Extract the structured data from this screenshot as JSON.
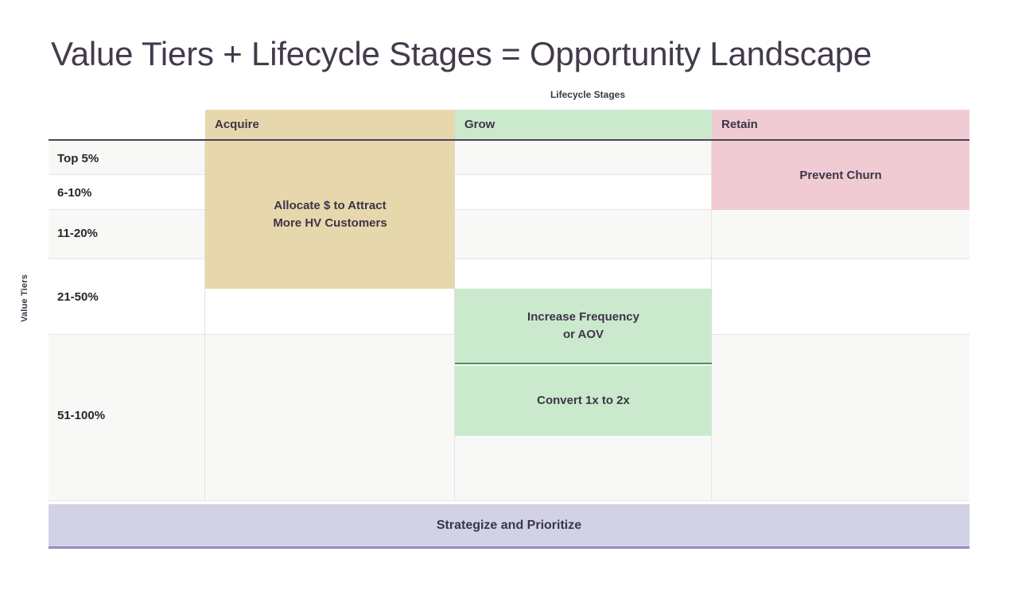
{
  "title": "Value Tiers + Lifecycle Stages = Opportunity Landscape",
  "axes": {
    "x_label": "Lifecycle Stages",
    "y_label": "Value Tiers"
  },
  "columns": [
    {
      "label": "Acquire",
      "color": "#e7d7ad"
    },
    {
      "label": "Grow",
      "color": "#cbe9cd"
    },
    {
      "label": "Retain",
      "color": "#f1cbd4"
    }
  ],
  "rows": [
    {
      "label": "Top 5%"
    },
    {
      "label": "6-10%"
    },
    {
      "label": "11-20%"
    },
    {
      "label": "21-50%"
    },
    {
      "label": "51-100%"
    }
  ],
  "blocks": [
    {
      "id": "acquire-block",
      "text_line1": "Allocate $ to Attract",
      "text_line2": "More HV Customers",
      "column": "Acquire"
    },
    {
      "id": "retain-block",
      "text_line1": "Prevent Churn",
      "text_line2": "",
      "column": "Retain"
    },
    {
      "id": "grow-block-1",
      "text_line1": "Increase Frequency",
      "text_line2": "or AOV",
      "column": "Grow"
    },
    {
      "id": "grow-block-2",
      "text_line1": "Convert 1x to 2x",
      "text_line2": "",
      "column": "Grow"
    }
  ],
  "footer": {
    "label": "Strategize and Prioritize",
    "color": "#d2d2e7"
  }
}
